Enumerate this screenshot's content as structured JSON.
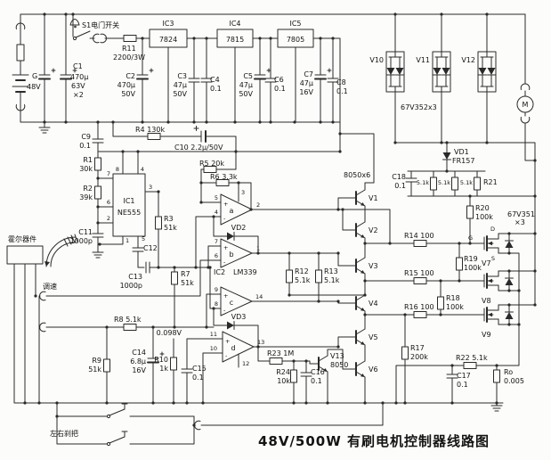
{
  "caption": "48V/500W 有刷电机控制器线路图",
  "misc": {
    "plus": "+",
    "minus": "-"
  },
  "power": {
    "switch_label": "S1电门开关",
    "battery": {
      "name": "G",
      "v": "48V"
    },
    "c1": {
      "n": "C1",
      "a": "470μ",
      "b": "63V",
      "c": "×2"
    },
    "r11": {
      "n": "R11",
      "v": "2200/3W"
    },
    "ic3": {
      "n": "IC3",
      "p": "7824"
    },
    "ic4": {
      "n": "IC4",
      "p": "7815"
    },
    "ic5": {
      "n": "IC5",
      "p": "7805"
    },
    "c2": {
      "n": "C2",
      "a": "470μ",
      "b": "50V"
    },
    "c3": {
      "n": "C3",
      "a": "47μ",
      "b": "50V"
    },
    "c4": {
      "n": "C4",
      "a": "0.1"
    },
    "c5": {
      "n": "C5",
      "a": "47μ",
      "b": "50V"
    },
    "c6": {
      "n": "C6",
      "a": "0.1"
    },
    "c7": {
      "n": "C7",
      "a": "47μ",
      "b": "16V"
    },
    "c8": {
      "n": "C8",
      "a": "0.1"
    },
    "c9": {
      "n": "C9",
      "a": "0.1"
    },
    "r4": "R4 130k",
    "c10": "C10 2.2μ/50V"
  },
  "osc": {
    "ic1": {
      "n": "IC1",
      "p": "NE555"
    },
    "pins": {
      "p1": "1",
      "p2": "2",
      "p3": "3",
      "p4": "4",
      "p5": "5",
      "p6": "6",
      "p7": "7",
      "p8": "8"
    },
    "r1": {
      "n": "R1",
      "v": "30k"
    },
    "r2": {
      "n": "R2",
      "v": "39k"
    },
    "r3": {
      "n": "R3",
      "v": "51k"
    },
    "r7": {
      "n": "R7",
      "v": "51k"
    },
    "c11": {
      "n": "C11",
      "v": "1000p"
    },
    "c12": "C12",
    "c13": {
      "n": "C13",
      "v": "1000p"
    }
  },
  "cmp": {
    "ic2": "IC2",
    "ic2p": "LM339",
    "a": "a",
    "b": "b",
    "c": "c",
    "d": "d",
    "pa5": "5",
    "pa4": "4",
    "pa3": "3",
    "pa2": "2",
    "pb7": "7",
    "pb6": "6",
    "pb1": "1",
    "pc9": "9",
    "pc8": "8",
    "pc14": "14",
    "pd11": "11",
    "pd10": "10",
    "pd13": "13",
    "pd12": "12",
    "vd2": "VD2",
    "vd3": "VD3",
    "r5": "R5 20k",
    "r6": "R6 3.3k",
    "r12": {
      "n": "R12",
      "v": "5.1k"
    },
    "r13": {
      "n": "R13",
      "v": "5.1k"
    },
    "vref": "0.098V"
  },
  "input": {
    "hall": "霍尔器件",
    "throttle": "调速",
    "brake": "左右刹把",
    "r8": "R8 5.1k",
    "r9": {
      "n": "R9",
      "v": "51k"
    },
    "c14": {
      "n": "C14",
      "a": "6.8μ",
      "b": "16V"
    },
    "r10": {
      "n": "R10",
      "v": "1k"
    },
    "c15": {
      "n": "C15",
      "v": "0.1"
    }
  },
  "drv": {
    "tag": "8050x6",
    "v1": "V1",
    "v2": "V2",
    "v3": "V3",
    "v4": "V4",
    "v5": "V5",
    "v6": "V6",
    "v13": {
      "n": "V13",
      "p": "8050"
    },
    "r23": "R23 1M",
    "r24": {
      "n": "R24",
      "v": "10k"
    },
    "c16": {
      "n": "C16",
      "v": "0.1"
    }
  },
  "out": {
    "v10": "V10",
    "v11": "V11",
    "v12": "V12",
    "dtag": "67V352x3",
    "motor": "M",
    "vd1": {
      "n": "VD1",
      "p": "FR157"
    },
    "c18": {
      "n": "C18",
      "v": "0.1"
    },
    "sr1": "5.1k",
    "sr2": "5.1k",
    "sr3": "5.1k",
    "r21": "R21",
    "r20": {
      "n": "R20",
      "v": "100k"
    },
    "r19": {
      "n": "R19",
      "v": "100k"
    },
    "r18": {
      "n": "R18",
      "v": "100k"
    },
    "r17": {
      "n": "R17",
      "v": "200k"
    },
    "r14": "R14 100",
    "r15": "R15 100",
    "r16": "R16 100",
    "mtag": "67V351",
    "mtagx": "×3",
    "v7": "V7",
    "v8": "V8",
    "v9": "V9",
    "d": "D",
    "g": "G",
    "s": "S",
    "r22": "R22 5.1k",
    "c17": {
      "n": "C17",
      "v": "0.1"
    },
    "ro": {
      "n": "Ro",
      "v": "0.005"
    }
  }
}
